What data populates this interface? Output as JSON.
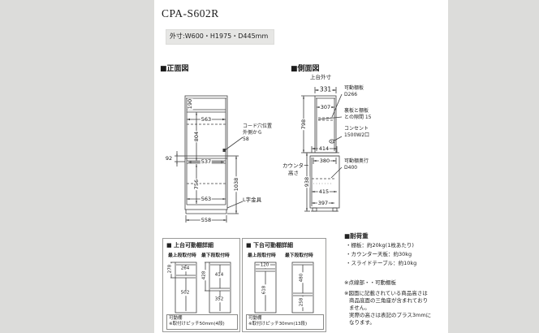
{
  "page": {
    "title": "CPA-S602R",
    "outer_size": "外寸:W600・H1975・D445mm"
  },
  "front": {
    "header": "■正面図",
    "d190": "190",
    "d563t": "563",
    "d804": "804",
    "d92": "92",
    "d537": "537",
    "d756": "756",
    "d1038": "1038",
    "d563b": "563",
    "d558": "558",
    "cord1": "コード穴位置",
    "cord2": "外側から",
    "cord3": "58",
    "bracket": "L字金具"
  },
  "side": {
    "header": "■側面図",
    "upper_outer": "上台外寸",
    "d331": "331",
    "d307": "307",
    "d798": "798",
    "d414": "414",
    "d380": "380",
    "d938": "938",
    "d415": "415",
    "d397": "397",
    "shelf1": "可動棚板",
    "shelf2": "D266",
    "gap1": "裏板と棚板",
    "gap2": "との隙間 15",
    "outlet1": "コンセント",
    "outlet2": "1500W2口",
    "counter1": "カウンター",
    "counter2": "高さ",
    "lshelf1": "可動棚奥行",
    "lshelf2": "D400"
  },
  "detailA": {
    "title": "■ 上台可動棚詳細",
    "top_label": "最上段取付時",
    "bottom_label": "最下段取付時",
    "a_outer": "278",
    "a_top": "264",
    "a_bottom": "502",
    "b_outer": "428",
    "b_top": "414",
    "b_bottom": "352",
    "note1": "可動棚",
    "note2": "※取付けピッチ50mm(4段)"
  },
  "detailB": {
    "title": "■ 下台可動棚詳細",
    "top_label": "最上段取付時",
    "bottom_label": "最下段取付時",
    "a_top": "120",
    "a_bottom": "618",
    "b_top": "480",
    "b_bottom": "258",
    "note1": "可動棚",
    "note2": "※取付けピッチ30mm(13段)"
  },
  "load": {
    "title": "■耐荷重",
    "items": [
      "・棚板：約20kg(1枚あたり)",
      "・カウンター天板：約30kg",
      "・スライドテーブル：約10kg"
    ]
  },
  "notes": {
    "dotted": "※点線部・・可動棚板",
    "height": [
      "※図面に記載されている商品高さは",
      "商品底面の三角座が含まれており",
      "ません。",
      "実際の高さは表記のプラス3mmに",
      "なります。"
    ]
  }
}
